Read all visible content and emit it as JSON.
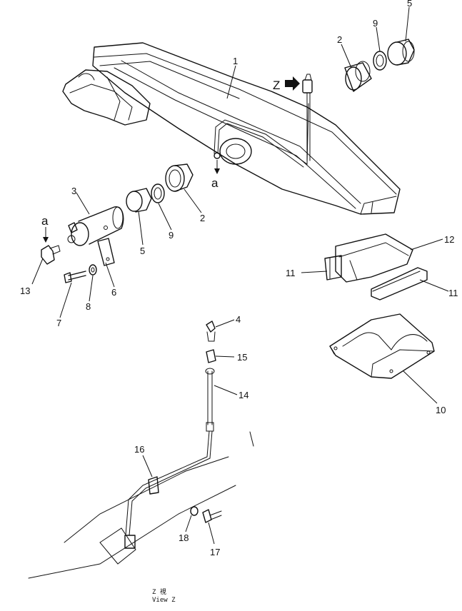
{
  "callouts": {
    "c1": "1",
    "c2a": "2",
    "c2b": "2",
    "c3": "3",
    "c4": "4",
    "c5a": "5",
    "c5b": "5",
    "c6": "6",
    "c7": "7",
    "c8": "8",
    "c9a": "9",
    "c9b": "9",
    "c10": "10",
    "c11a": "11",
    "c11b": "11",
    "c12": "12",
    "c13": "13",
    "c14": "14",
    "c15": "15",
    "c16": "16",
    "c17": "17",
    "c18": "18"
  },
  "markers": {
    "view_arrow_label": "Z",
    "a_top": "a",
    "a_left": "a"
  },
  "caption": {
    "line1": "Z   視",
    "line2": "View Z"
  }
}
